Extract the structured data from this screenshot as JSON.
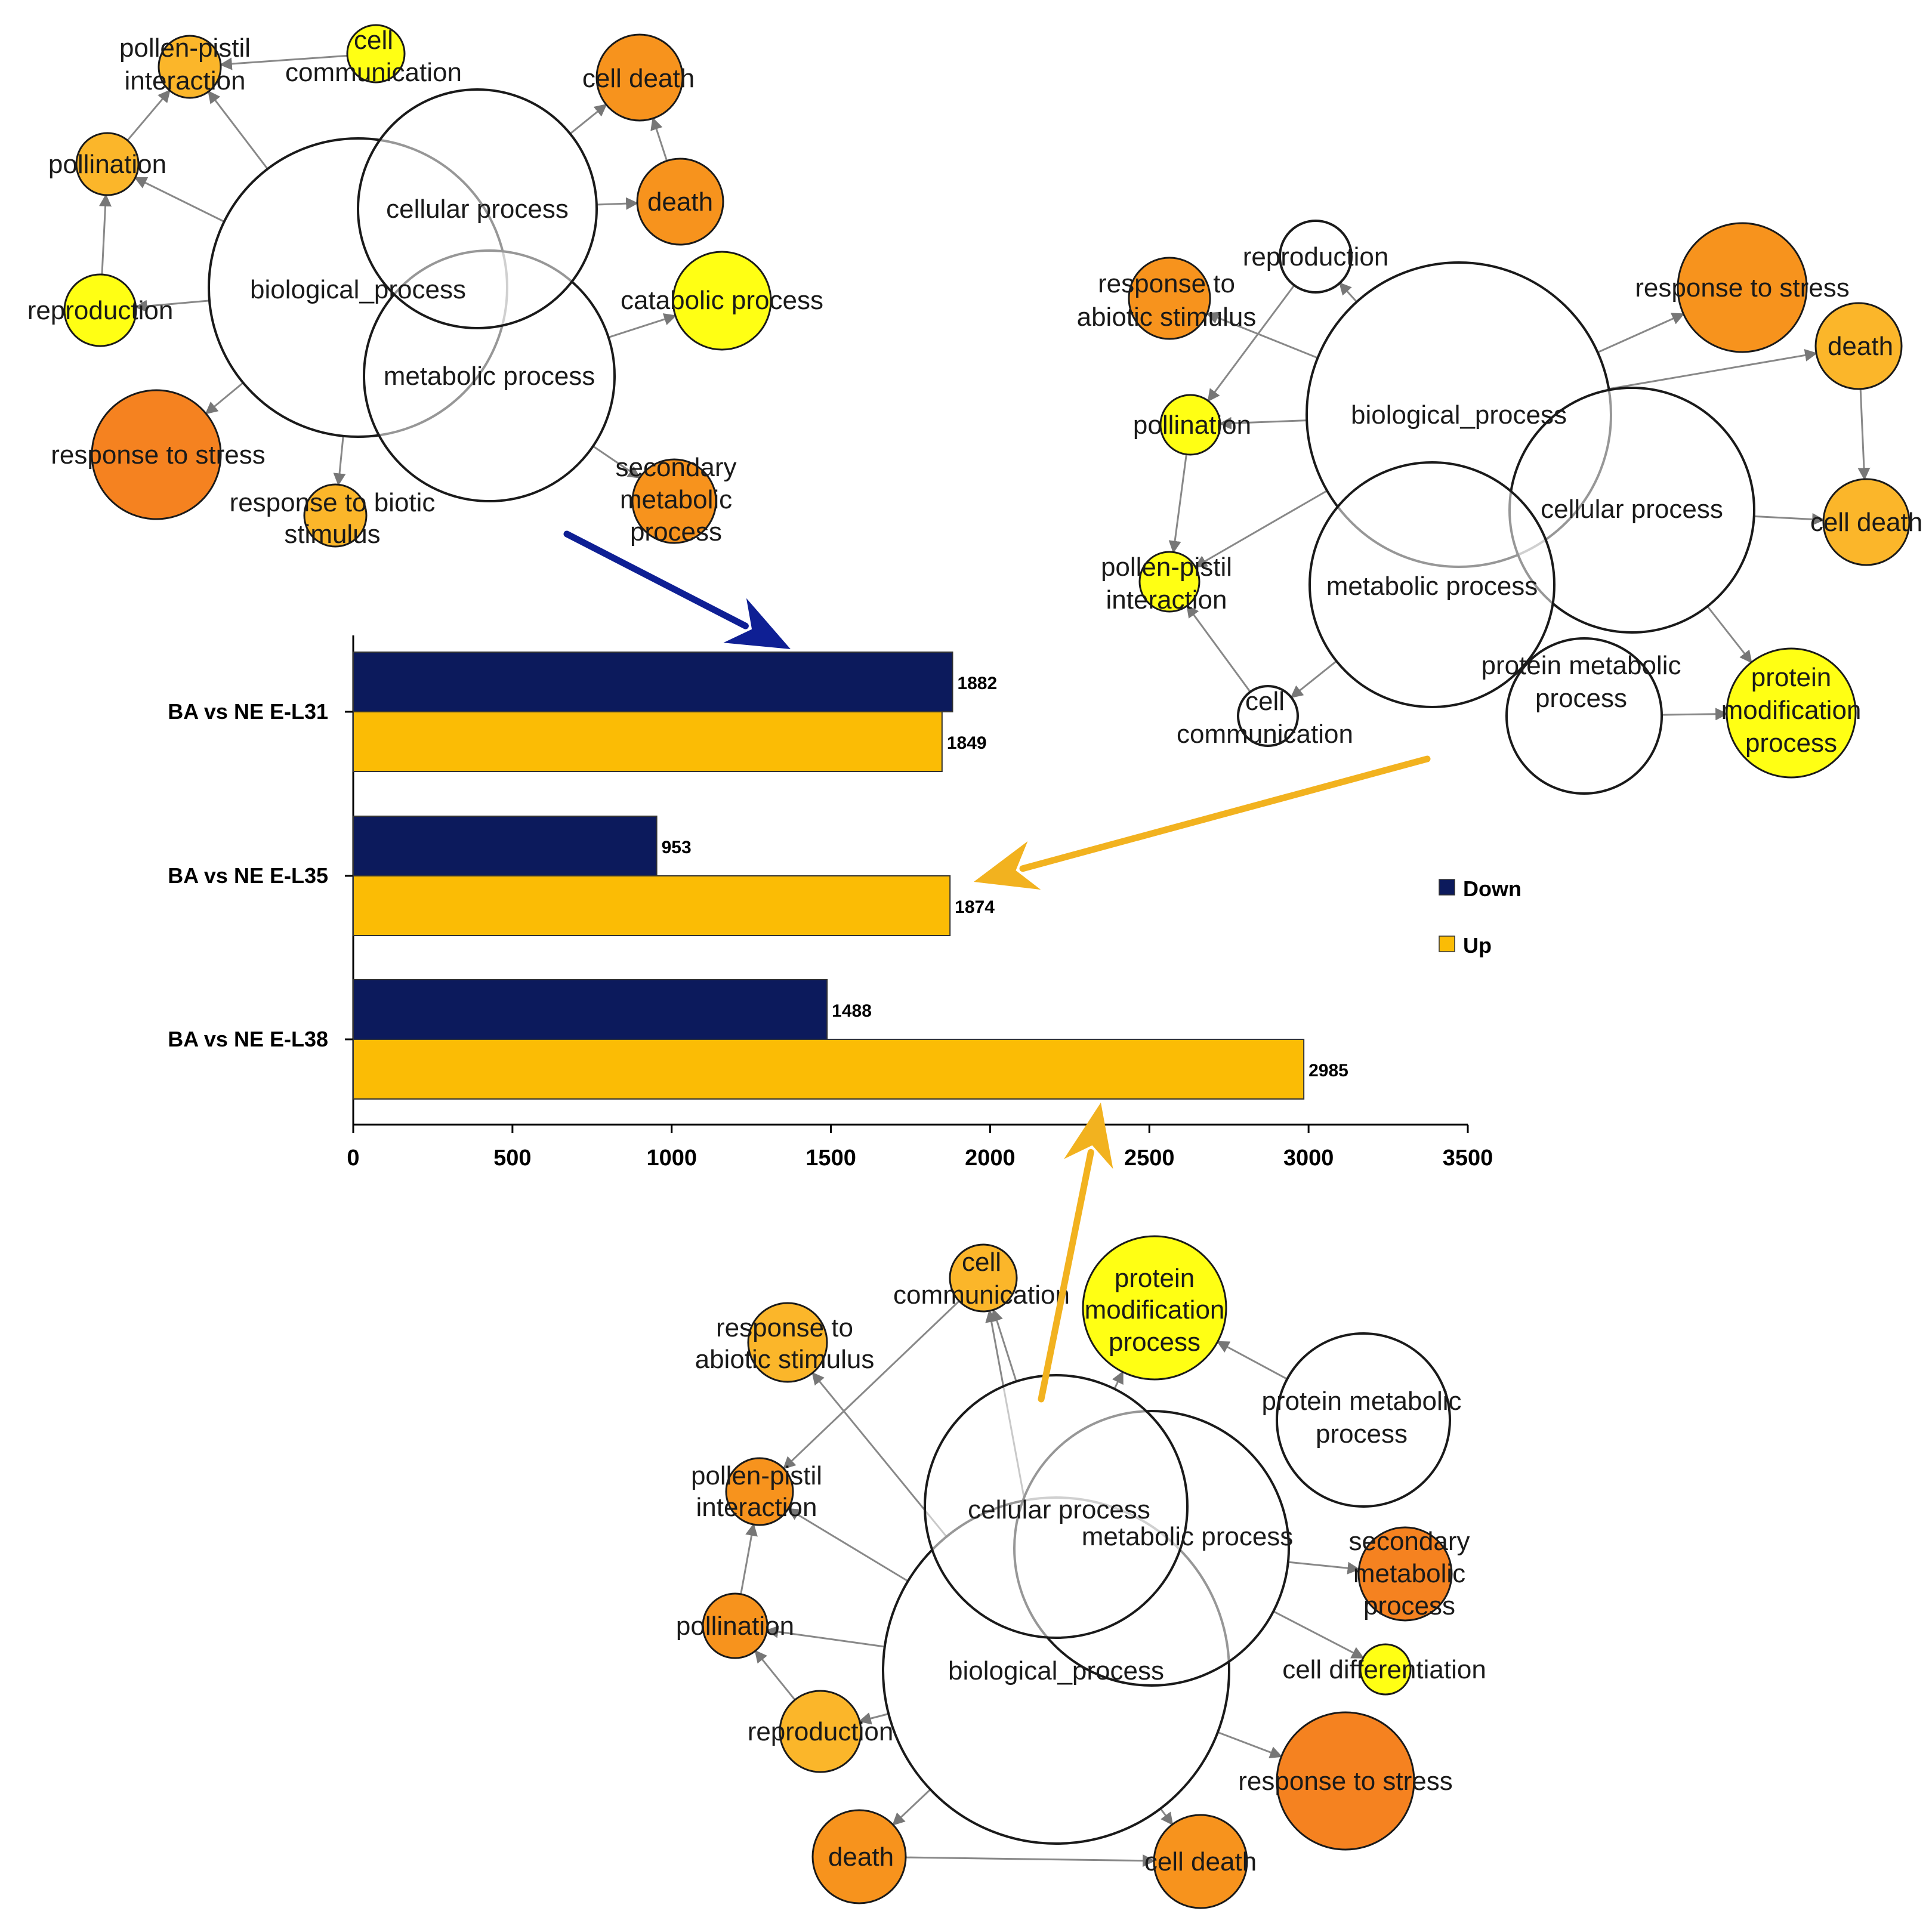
{
  "colors": {
    "down": "#0c1a5c",
    "up": "#fbbc05",
    "node_white": "#ffffff",
    "node_yellow": "#ffff14",
    "node_light_orange": "#fbb62a",
    "node_orange": "#f7931d",
    "node_dark_orange": "#f58220",
    "arrow_blue": "#0e1f94",
    "arrow_gold": "#f2b21f"
  },
  "chart_data": {
    "type": "bar",
    "orientation": "horizontal",
    "categories": [
      "BA vs NE E-L31",
      "BA vs NE E-L35",
      "BA vs NE E-L38"
    ],
    "series": [
      {
        "name": "Down",
        "values": [
          1882,
          953,
          1488
        ]
      },
      {
        "name": "Up",
        "values": [
          1849,
          1874,
          2985
        ]
      }
    ],
    "xlim": [
      0,
      3500
    ],
    "xticks": [
      "0",
      "500",
      "1000",
      "1500",
      "2000",
      "2500",
      "3000",
      "3500"
    ],
    "legend": [
      "Down",
      "Up"
    ],
    "legend_position": "right",
    "grid": false
  },
  "networks": {
    "top_left": {
      "nodes": [
        {
          "id": "bp",
          "label": "biological_process",
          "color": "white"
        },
        {
          "id": "cp",
          "label": "cellular process",
          "color": "white"
        },
        {
          "id": "mp",
          "label": "metabolic process",
          "color": "white"
        },
        {
          "id": "ppi",
          "label": "pollen-pistil interaction",
          "color": "light_orange"
        },
        {
          "id": "cc",
          "label": "cell communication",
          "color": "yellow"
        },
        {
          "id": "cd",
          "label": "cell death",
          "color": "orange"
        },
        {
          "id": "po",
          "label": "pollination",
          "color": "light_orange"
        },
        {
          "id": "de",
          "label": "death",
          "color": "orange"
        },
        {
          "id": "re",
          "label": "reproduction",
          "color": "yellow"
        },
        {
          "id": "ca",
          "label": "catabolic process",
          "color": "yellow"
        },
        {
          "id": "rs",
          "label": "response to stress",
          "color": "dark_orange"
        },
        {
          "id": "rbs",
          "label": "response to biotic stimulus",
          "color": "light_orange"
        },
        {
          "id": "smp",
          "label": "secondary metabolic process",
          "color": "orange"
        }
      ]
    },
    "top_right": {
      "nodes": [
        {
          "id": "bp",
          "label": "biological_process",
          "color": "white"
        },
        {
          "id": "cp",
          "label": "cellular process",
          "color": "white"
        },
        {
          "id": "mp",
          "label": "metabolic process",
          "color": "white"
        },
        {
          "id": "pmp",
          "label": "protein metabolic process",
          "color": "white"
        },
        {
          "id": "re",
          "label": "reproduction",
          "color": "white"
        },
        {
          "id": "ras",
          "label": "response to abiotic stimulus",
          "color": "orange"
        },
        {
          "id": "rs",
          "label": "response to stress",
          "color": "orange"
        },
        {
          "id": "de",
          "label": "death",
          "color": "light_orange"
        },
        {
          "id": "po",
          "label": "pollination",
          "color": "yellow"
        },
        {
          "id": "cd",
          "label": "cell death",
          "color": "light_orange"
        },
        {
          "id": "ppi",
          "label": "pollen-pistil interaction",
          "color": "yellow"
        },
        {
          "id": "cc",
          "label": "cell communication",
          "color": "white"
        },
        {
          "id": "pmo",
          "label": "protein modification process",
          "color": "yellow"
        }
      ]
    },
    "bottom": {
      "nodes": [
        {
          "id": "bp",
          "label": "biological_process",
          "color": "white"
        },
        {
          "id": "cp",
          "label": "cellular process",
          "color": "white"
        },
        {
          "id": "mp",
          "label": "metabolic process",
          "color": "white"
        },
        {
          "id": "pmp",
          "label": "protein metabolic process",
          "color": "white"
        },
        {
          "id": "cc",
          "label": "cell communication",
          "color": "light_orange"
        },
        {
          "id": "pmo",
          "label": "protein modification process",
          "color": "yellow"
        },
        {
          "id": "ras",
          "label": "response to abiotic stimulus",
          "color": "light_orange"
        },
        {
          "id": "ppi",
          "label": "pollen-pistil interaction",
          "color": "orange"
        },
        {
          "id": "smp",
          "label": "secondary metabolic process",
          "color": "dark_orange"
        },
        {
          "id": "po",
          "label": "pollination",
          "color": "orange"
        },
        {
          "id": "cdf",
          "label": "cell differentiation",
          "color": "yellow"
        },
        {
          "id": "re",
          "label": "reproduction",
          "color": "light_orange"
        },
        {
          "id": "rs",
          "label": "response to stress",
          "color": "dark_orange"
        },
        {
          "id": "de",
          "label": "death",
          "color": "orange"
        },
        {
          "id": "cd",
          "label": "cell death",
          "color": "orange"
        }
      ]
    }
  }
}
